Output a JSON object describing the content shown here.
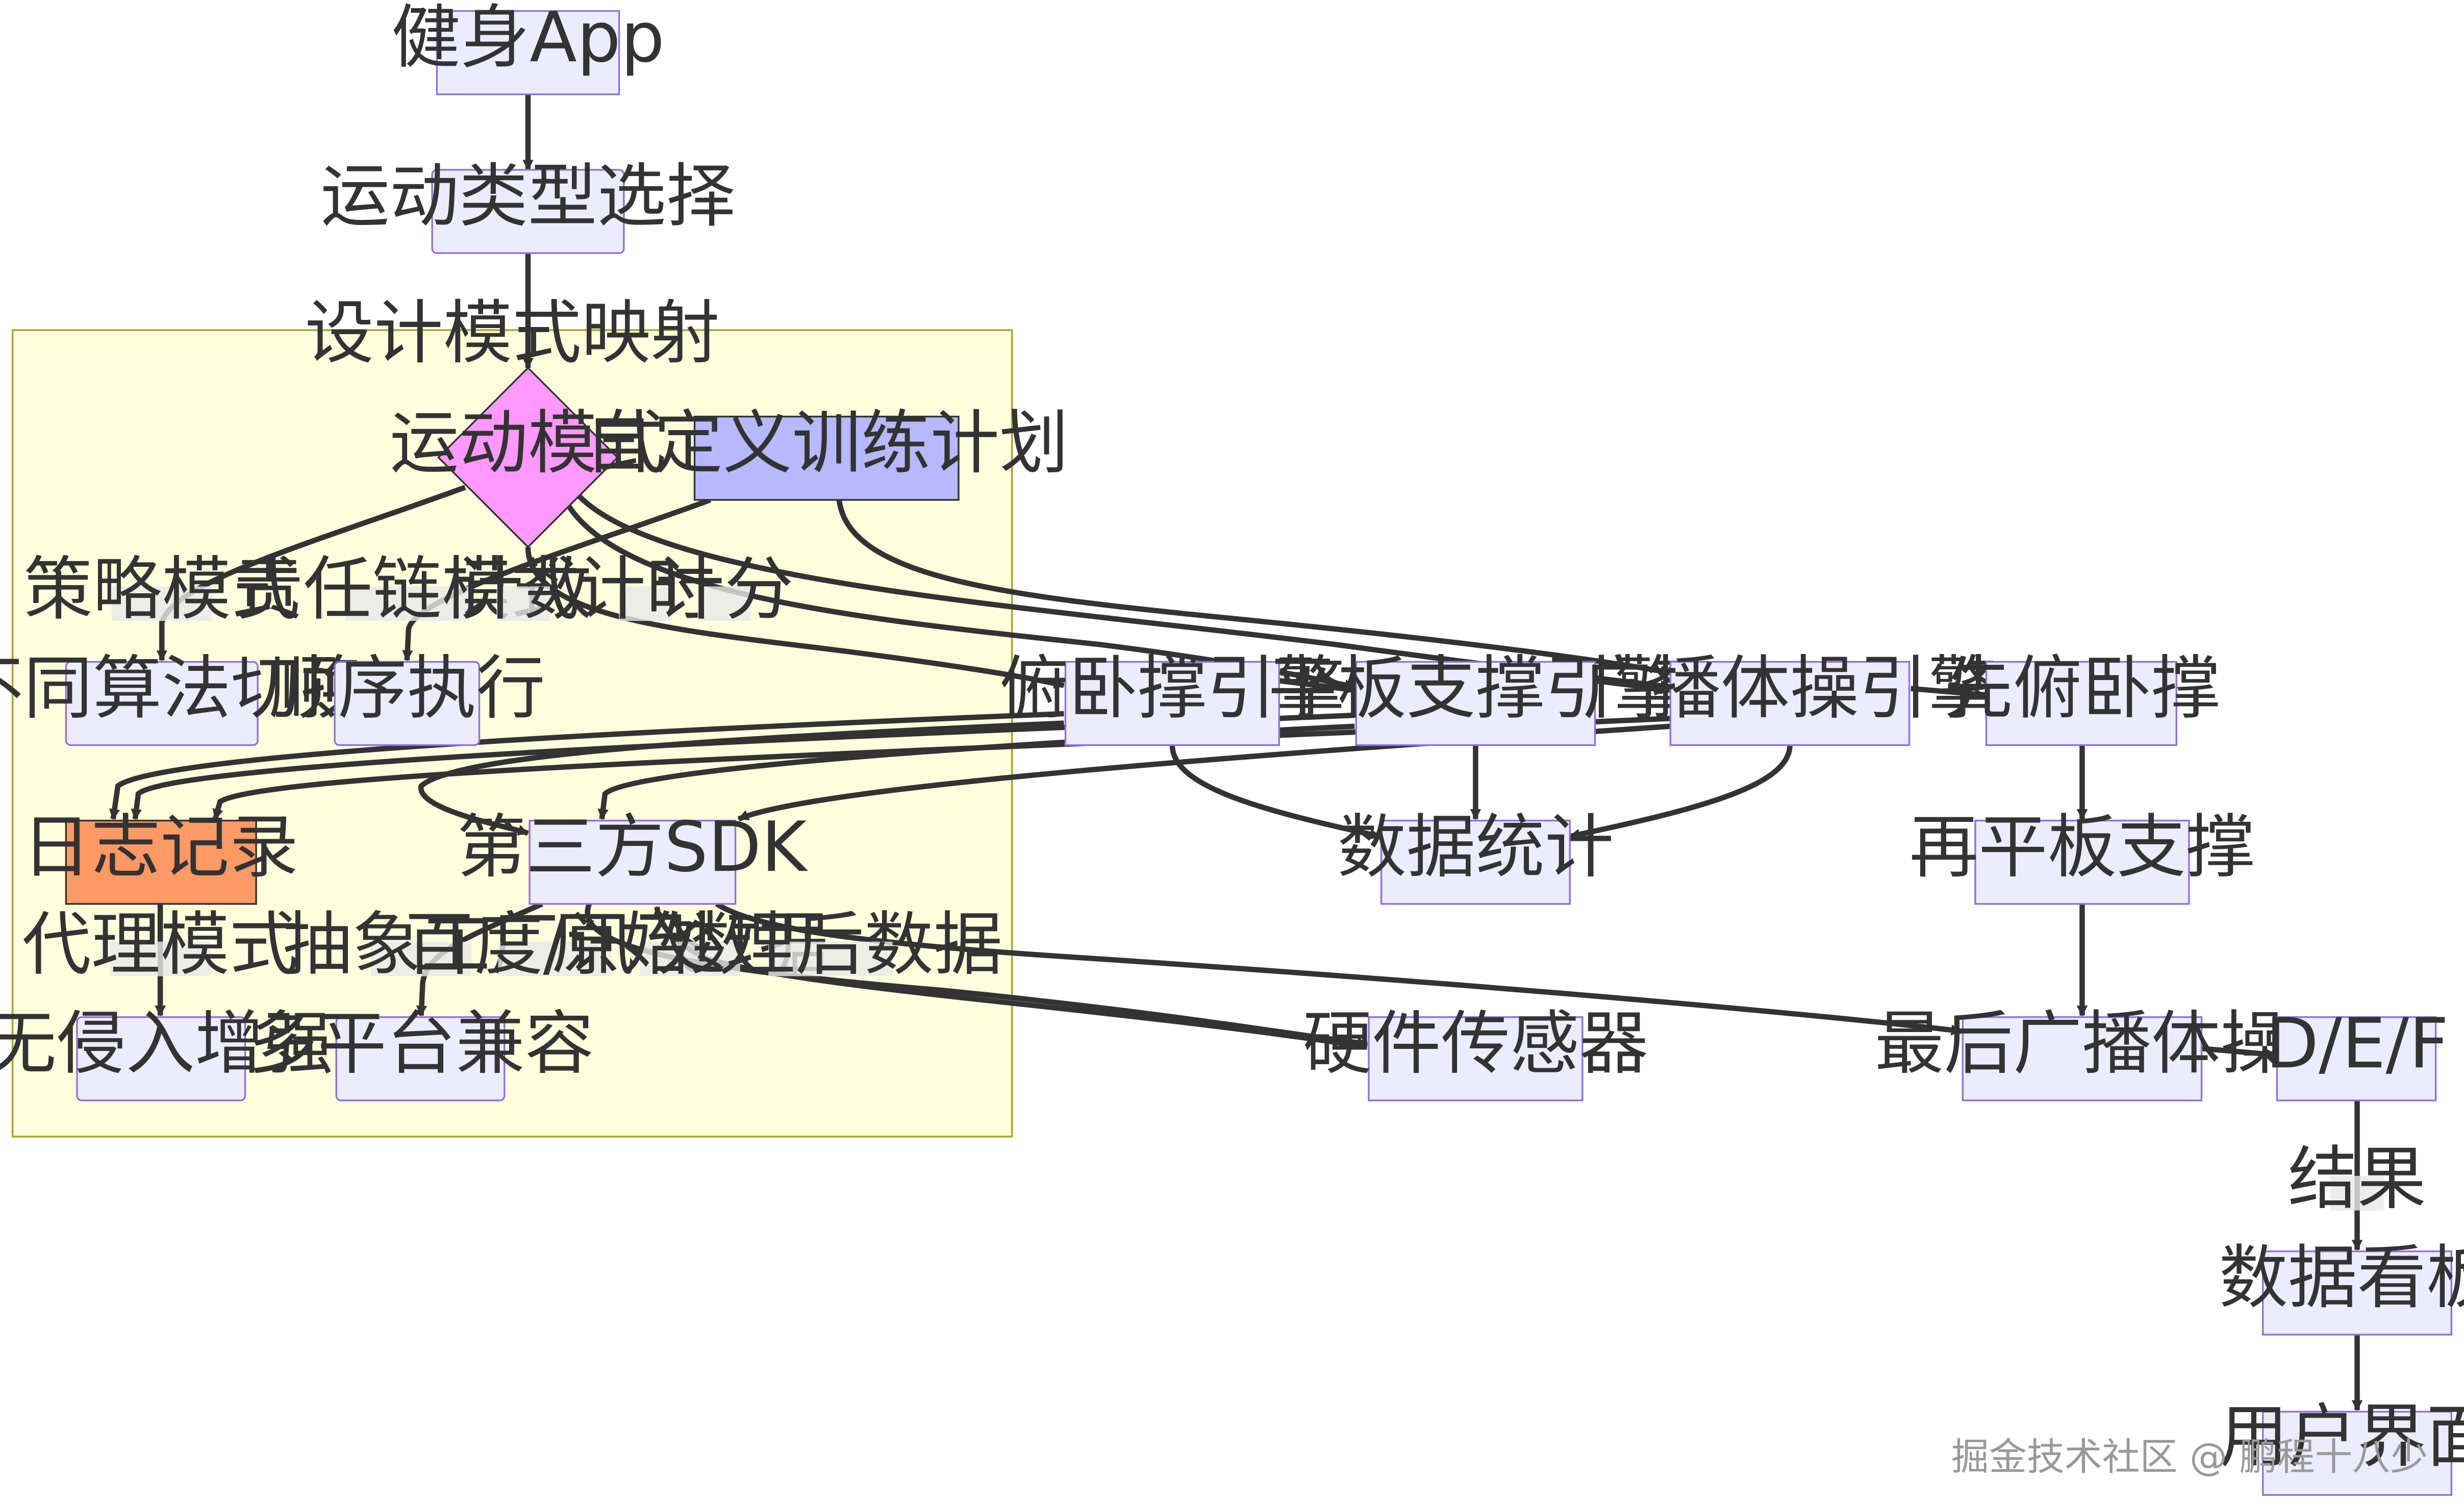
{
  "cluster": {
    "title": "设计模式映射",
    "fill": "#ffffde",
    "stroke": "#aaaa33"
  },
  "colors": {
    "node_fill": "#ececff",
    "node_stroke": "#9370db",
    "mode_diamond_fill": "#ff99ff",
    "custom_plan_fill": "#b8b8ff",
    "log_fill": "#ff9966",
    "edge_color": "#333333",
    "edge_label_bg": "#e8e8e8"
  },
  "nodes": {
    "fitness_app": "健身App",
    "exercise_select": "运动类型选择",
    "exercise_mode": "运动模式",
    "custom_plan": "自定义训练计划",
    "algo_switch": "不同算法切换",
    "sequential": "顺序执行",
    "pushup_engine": "俯卧撑引擎",
    "plank_engine": "平板支撑引擎",
    "radio_engine": "广播体操引擎",
    "first_pushup": "先俯卧撑",
    "log": "日志记录",
    "third_sdk": "第三方SDK",
    "data_stats": "数据统计",
    "then_plank": "再平板支撑",
    "non_invasive": "无侵入增强",
    "multi_platform": "多平台兼容",
    "hw_sensor": "硬件传感器",
    "last_radio": "最后广播体操",
    "def": "D/E/F",
    "dashboard": "数据看板",
    "user_ui": "用户界面"
  },
  "edge_labels": {
    "strategy": "策略模式",
    "chain": "责任链模式",
    "count": "计数",
    "timing": "计时",
    "scoring": "计分",
    "proxy": "代理模式",
    "abstract_factory": "抽象工厂",
    "baidu_xunfei": "百度/讯飞",
    "raw_data": "原始数据",
    "processed_data": "处理后数据",
    "result": "结果"
  },
  "watermark": "掘金技术社区 @ 鹏程十八少"
}
